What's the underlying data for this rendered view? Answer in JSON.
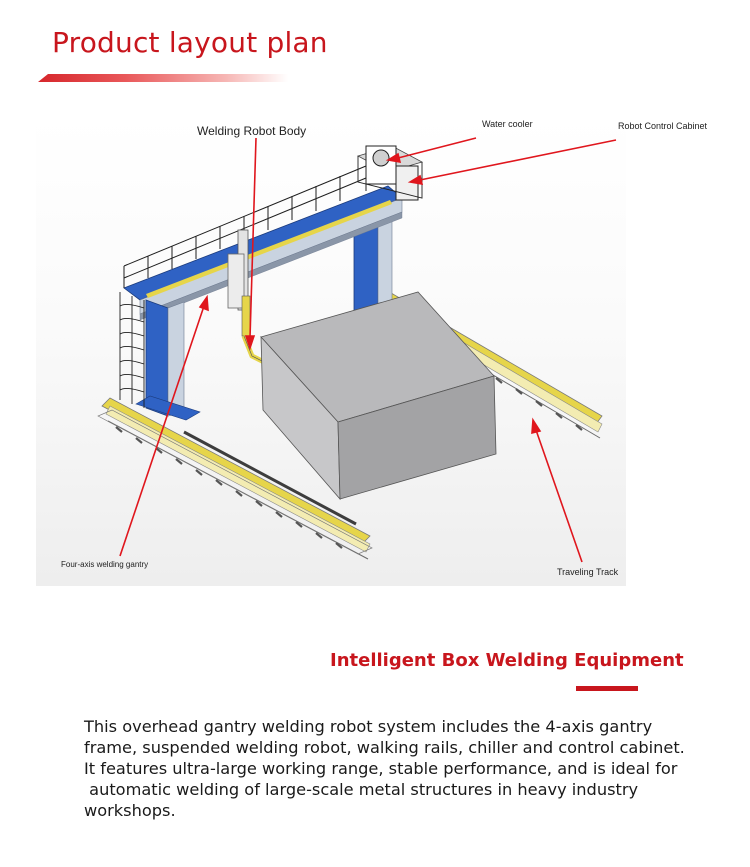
{
  "header": {
    "title": "Product layout plan"
  },
  "diagram": {
    "callouts": {
      "robot_body": "Welding Robot Body",
      "water_cooler": "Water cooler",
      "control_cabinet": "Robot Control Cabinet",
      "gantry": "Four-axis welding gantry",
      "track": "Traveling Track"
    },
    "colors": {
      "frame_blue": "#2f62c4",
      "frame_light": "#c9d3e0",
      "rail_yellow": "#e6d54a",
      "workpiece_grey": "#c2c2c4",
      "arrow_red": "#e0161d"
    }
  },
  "section": {
    "title": "Intelligent Box Welding Equipment"
  },
  "description": {
    "lines": [
      "This overhead gantry welding robot system includes the 4-axis gantry",
      "frame, suspended welding robot, walking rails, chiller and control cabinet.",
      "It features ultra-large working range, stable performance, and is ideal for",
      " automatic welding of large-scale metal structures in heavy industry",
      "workshops."
    ]
  }
}
